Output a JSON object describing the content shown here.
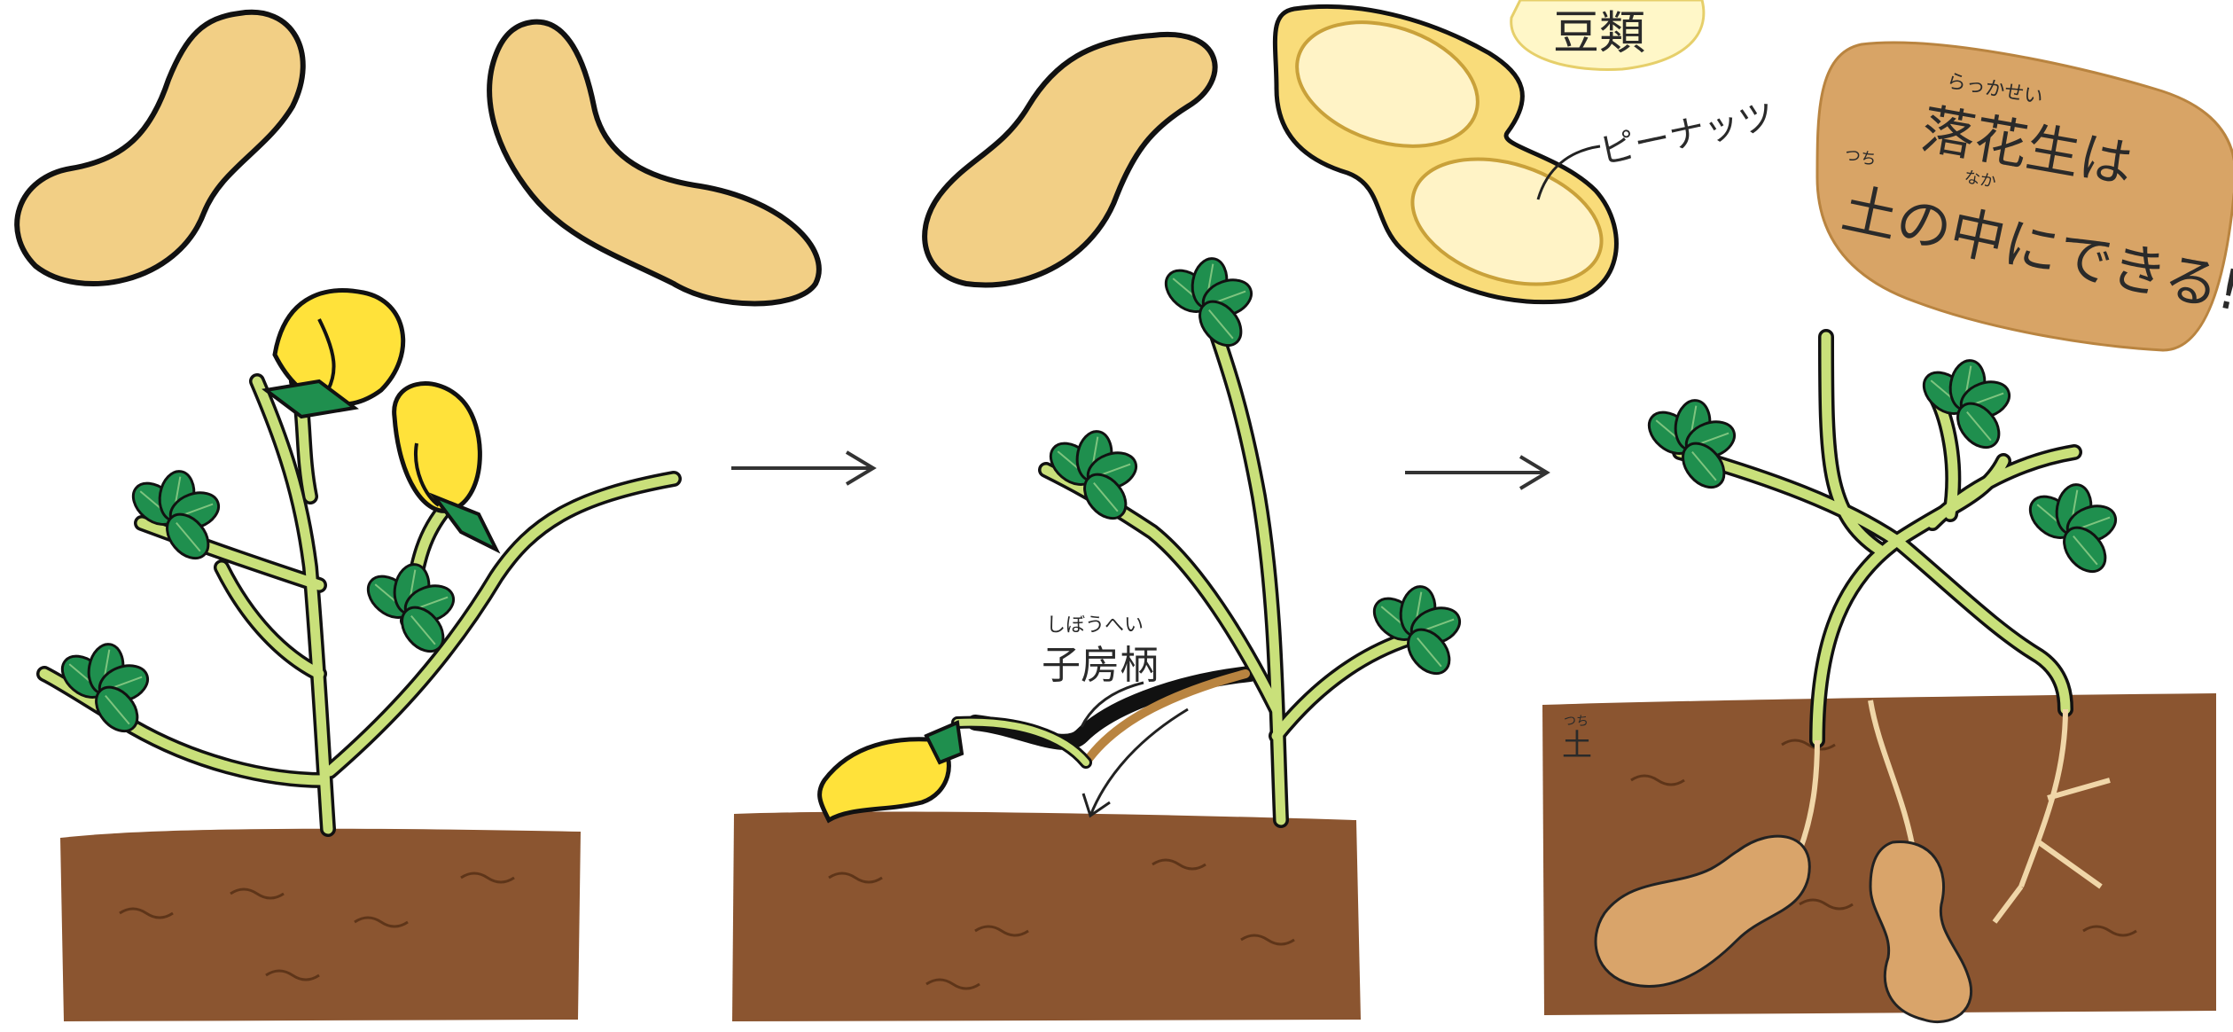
{
  "labels": {
    "category": "豆類",
    "peanut_part": "ピーナッツ",
    "gynophore": "子房柄",
    "gynophore_reading": "しぼうへい",
    "title_line1": "落花生は",
    "title_line2": "土の中にできる!",
    "title_reading_rakkasei": "らっかせい",
    "title_reading_tsuchi": "つち",
    "title_reading_naka": "なか",
    "soil": "土",
    "soil_reading": "つち"
  },
  "colors": {
    "soil": "#8b5530",
    "leaf": "#1f8f4e",
    "stem": "#c9e07a",
    "flower": "#ffe23a",
    "peanut_shell": "#f2cf85",
    "peanut_underground": "#d9a46a",
    "title_badge": "#d8a466",
    "category_badge": "#fff7c8"
  },
  "icons": [
    "peanut-shell-icon",
    "open-peanut-icon",
    "flower-icon",
    "leaf-icon",
    "arrow-icon"
  ]
}
